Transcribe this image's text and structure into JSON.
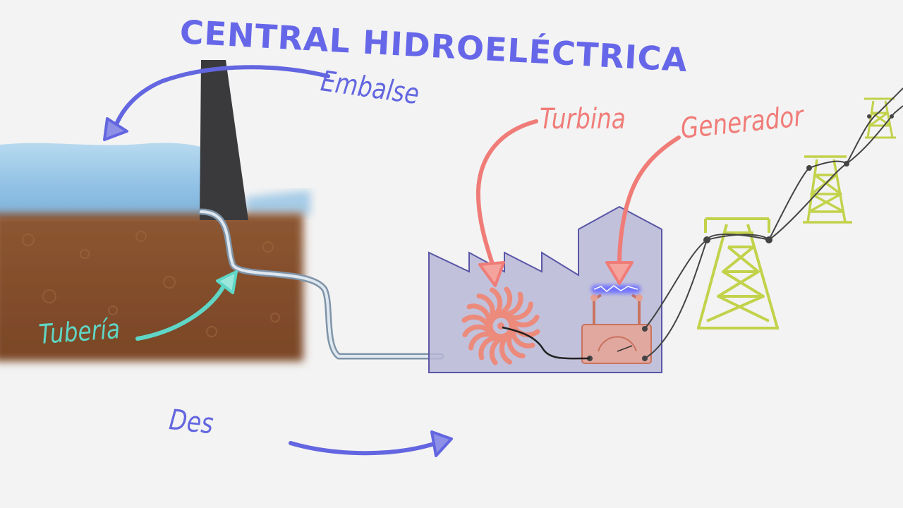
{
  "title": "CENTRAL HIDROELÉCTRICA",
  "labels": {
    "embalse": "Embalse",
    "turbina": "Turbina",
    "generador": "Generador",
    "tuberia": "Tubería",
    "des": "Des"
  },
  "colors": {
    "title": "#6667e8",
    "embalse": "#6366e0",
    "turbina": "#f07c78",
    "generador": "#f07c78",
    "tuberia": "#5fd6c6",
    "des": "#6366e0",
    "water": "#9ec8e6",
    "soil": "#8a5530",
    "dam": "#3a3a3c",
    "factory_fill": "#b9b7d6",
    "factory_stroke": "#5a56a8",
    "turbine": "#ec8a7c",
    "generator": "#e8a190",
    "towers": "#c2d24a",
    "pipe": "#9fb5c8",
    "spark": "#6f72ff"
  },
  "icons": [
    "dam-icon",
    "pipe-icon",
    "factory-icon",
    "turbine-icon",
    "generator-icon",
    "power-tower-icon",
    "arrow-icon"
  ]
}
